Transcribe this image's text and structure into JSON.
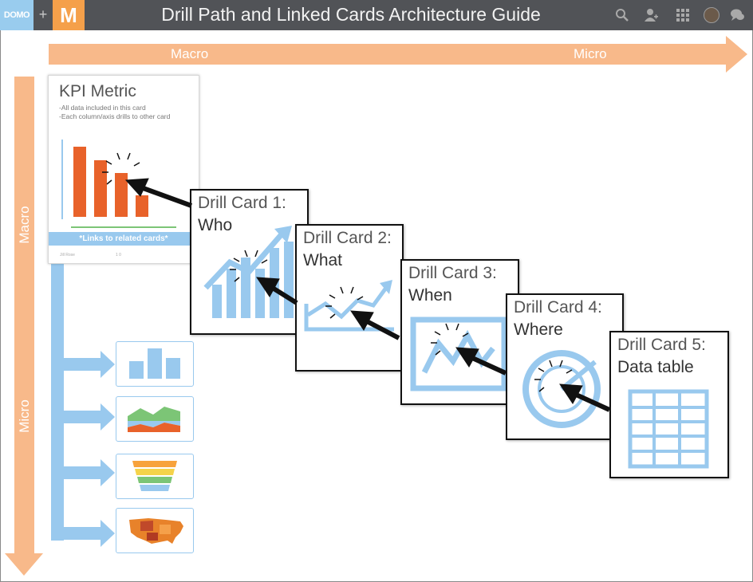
{
  "topbar": {
    "domo_logo": "DOMO",
    "plus": "+",
    "app_logo": "M",
    "title": "Drill Path and Linked Cards Architecture Guide",
    "icons": [
      "search-icon",
      "add-user-icon",
      "grid-icon",
      "avatar",
      "chat-icon"
    ]
  },
  "axes": {
    "horizontal_left": "Macro",
    "horizontal_right": "Micro",
    "vertical_top": "Macro",
    "vertical_bottom": "Micro",
    "arrow_color": "#f8b98a"
  },
  "kpi_card": {
    "title": "KPI Metric",
    "line1": "-All data included in this card",
    "line2": "-Each column/axis drills to other card",
    "links": "*Links to related cards*",
    "footer_left": "Jill Rose",
    "footer_right": "1   0",
    "bar_color": "#e8622a"
  },
  "drill_cards": [
    {
      "label": "Drill Card 1:",
      "name": "Who",
      "icon": "bar-trend-icon"
    },
    {
      "label": "Drill Card 2:",
      "name": "What",
      "icon": "line-trend-icon"
    },
    {
      "label": "Drill Card 3:",
      "name": "When",
      "icon": "time-series-icon"
    },
    {
      "label": "Drill Card 4:",
      "name": "Where",
      "icon": "pie-icon"
    },
    {
      "label": "Drill Card 5:",
      "name": "Data table",
      "icon": "table-icon"
    }
  ],
  "linked_cards": [
    "bar-chart-icon",
    "stacked-area-icon",
    "funnel-icon",
    "us-map-icon"
  ],
  "accent_blue": "#99c9ee"
}
